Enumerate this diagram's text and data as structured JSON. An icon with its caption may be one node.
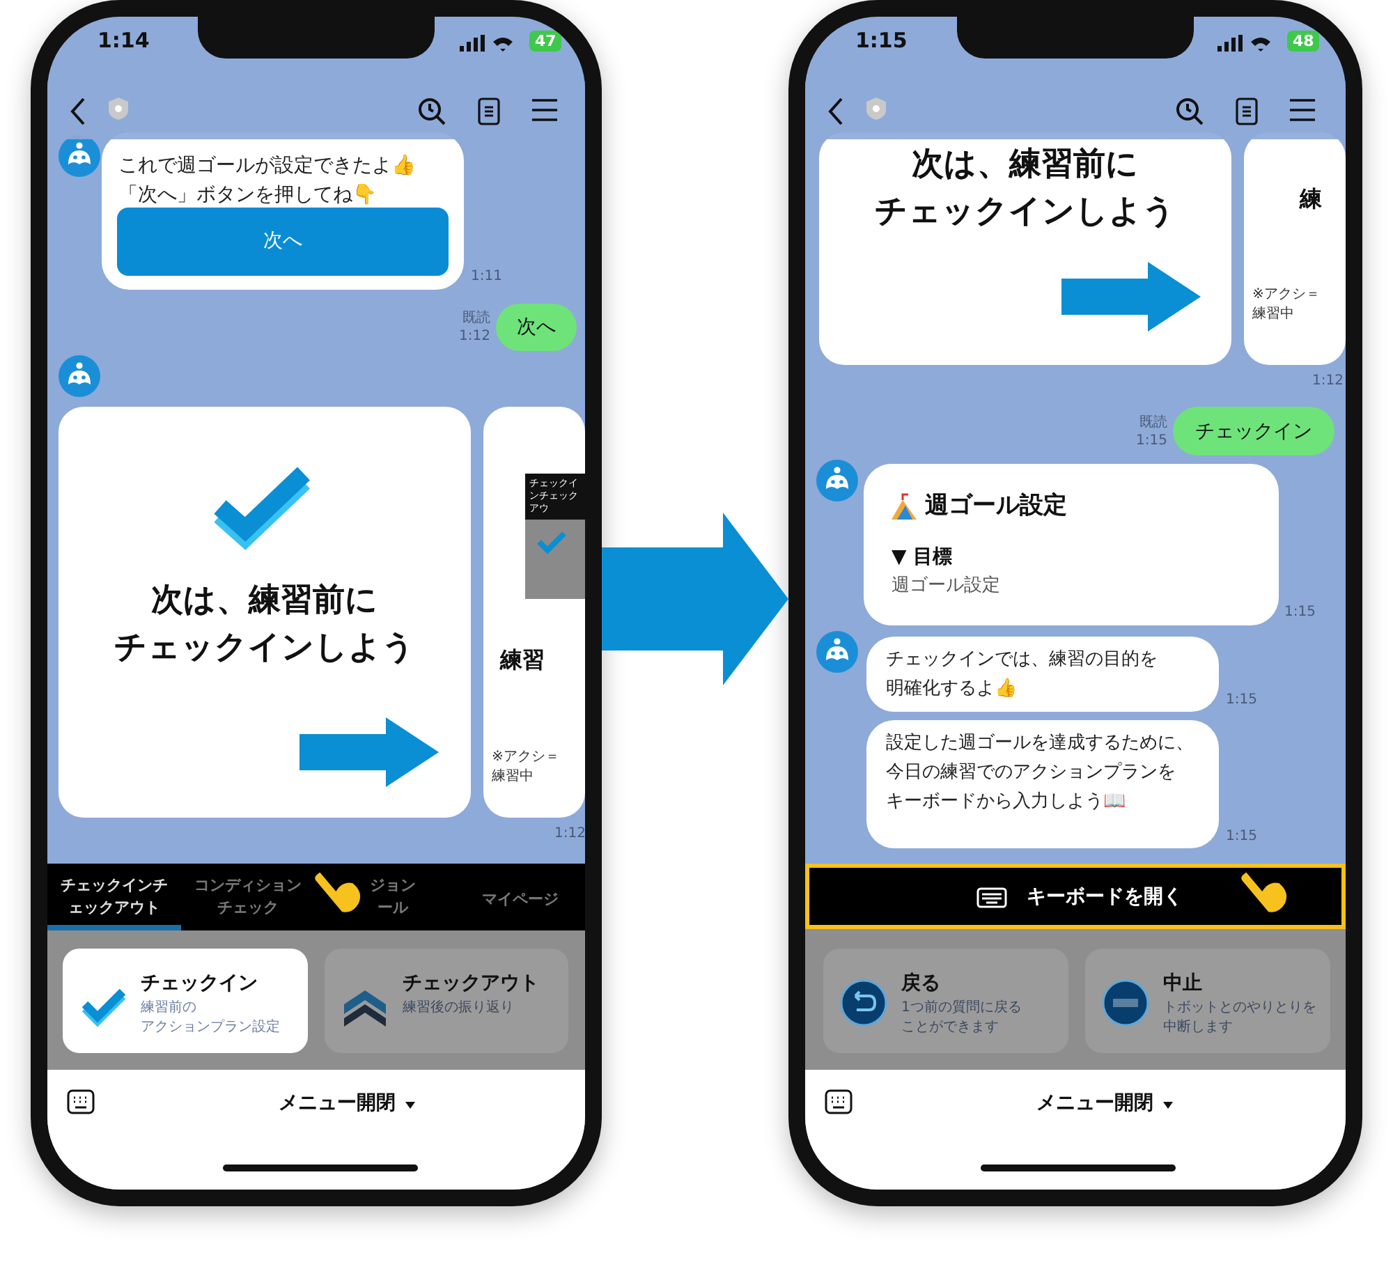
{
  "diagram": {
    "nodes": [
      {
        "text": [],
        "shape": "picture"
      },
      {
        "text": [
          "これで週ゴールが設定できたよ👍「次へ」ボタンを押してね👇"
        ],
        "in": 0,
        "beside": [
          "1:11"
        ]
      },
      {
        "text": [
          "次へ"
        ],
        "in": 1
      },
      {
        "text": [
          "次へ"
        ],
        "in": 0,
        "beside": [
          "既読 1:12"
        ]
      },
      {
        "text": [
          "次は、練習前にチェックインしよう"
        ],
        "in": 0
      },
      {
        "text": [
          "チェックインチェックアウ",
          "練習",
          "※アクシ＝練習中"
        ],
        "in": 0,
        "beside": [
          "1:12"
        ]
      },
      {
        "text": [
          "チェックイン",
          "練習前のアクションプラン設定"
        ],
        "in": 0
      },
      {
        "text": [
          "チェックアウト",
          "練習後の振り返り"
        ],
        "in": 0
      },
      {
        "text": [],
        "shape": "picture"
      },
      {
        "text": [
          "次は、練習前にチェックインしよう"
        ],
        "in": 8
      },
      {
        "text": [
          "練",
          "※アクシ＝練習中"
        ],
        "in": 8,
        "beside": [
          "1:12"
        ]
      },
      {
        "text": [
          "チェックイン"
        ],
        "in": 8,
        "beside": [
          "既読 1:15"
        ]
      },
      {
        "text": [
          "週ゴール設定",
          "▼ 目標",
          "週ゴール設定"
        ],
        "in": 8,
        "beside": [
          "1:15"
        ]
      },
      {
        "text": [
          "チェックインでは、練習の目的を明確化するよ👍"
        ],
        "in": 8,
        "beside": [
          "1:15"
        ]
      },
      {
        "text": [
          "設定した週ゴールを達成するために、今日の練習でのアクションプランをキーボードから入力しよう📖"
        ],
        "in": 8,
        "beside": [
          "1:15"
        ]
      },
      {
        "text": [
          "キーボードを開く"
        ],
        "in": 8
      },
      {
        "text": [
          "戻る",
          "1つ前の質問に戻ることができます"
        ],
        "in": 8
      },
      {
        "text": [
          "中止",
          "トボットとのやりとりを中断します"
        ],
        "in": 8
      }
    ],
    "edges": [
      {
        "from": 0,
        "to": 8,
        "arrow": "to"
      }
    ],
    "labels": [
      "1:14",
      "47",
      "チェックインチェックアウト",
      "コンディションチェック",
      "ジョンール",
      "マイページ",
      "メニュー開閉",
      "1:15",
      "48",
      "メニュー開閉"
    ]
  }
}
